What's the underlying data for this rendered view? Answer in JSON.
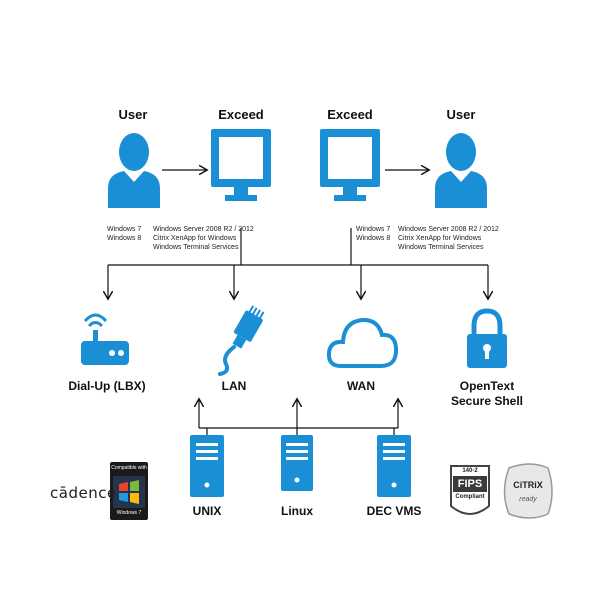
{
  "top": {
    "user_left": "User",
    "exceed_left": "Exceed",
    "exceed_right": "Exceed",
    "user_right": "User",
    "user_left_os": [
      "Windows 7",
      "Windows 8"
    ],
    "exceed_left_servers": [
      "Windows Server 2008 R2 / 2012",
      "Citrix XenApp for Windows",
      "Windows Terminal Services"
    ],
    "exceed_right_os": [
      "Windows 7",
      "Windows 8"
    ],
    "user_right_servers": [
      "Windows Server 2008 R2 / 2012",
      "Citrix XenApp for Windows",
      "Windows Terminal Services"
    ]
  },
  "connections": {
    "dialup": "Dial-Up (LBX)",
    "lan": "LAN",
    "wan": "WAN",
    "opentext_line1": "OpenText",
    "opentext_line2": "Secure Shell"
  },
  "servers": {
    "unix": "UNIX",
    "linux": "Linux",
    "decvms": "DEC VMS"
  },
  "logos": {
    "cadence": "cādence",
    "win7_top": "Compatible with",
    "win7_bottom": "Windows 7",
    "fips_top": "140-2",
    "fips_mid": "FIPS",
    "fips_bottom": "Compliant",
    "citrix_top": "CiTRiX",
    "citrix_bottom": "ready"
  },
  "colors": {
    "accent": "#1b8fd6"
  }
}
